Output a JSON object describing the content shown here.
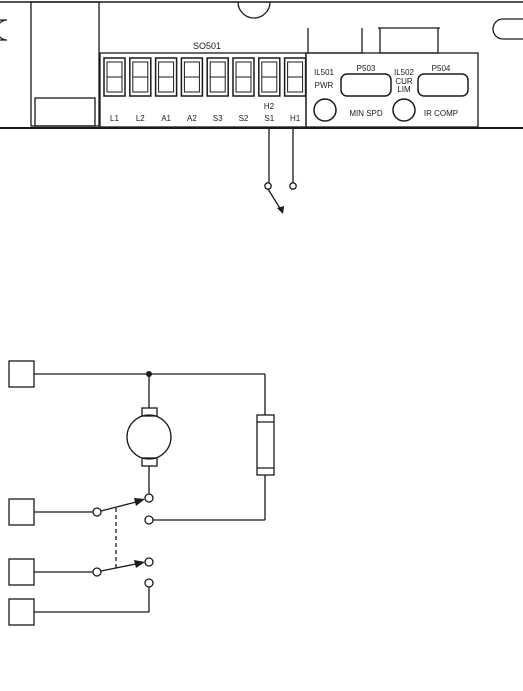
{
  "board": {
    "connector_label": "SO501",
    "terminals": [
      "L1",
      "L2",
      "A1",
      "A2",
      "S3",
      "S2",
      "S1",
      "H1"
    ],
    "h2_label": "H2",
    "pwr_led_label": "IL501",
    "pwr_label": "PWR",
    "pot_min_label": "P503",
    "min_spd_label": "MIN SPD",
    "cur_led_label_1": "IL502",
    "cur_led_label_2": "CUR",
    "cur_led_label_3": "LIM",
    "pot_ir_label": "P504",
    "ir_comp_label": "IR COMP"
  }
}
